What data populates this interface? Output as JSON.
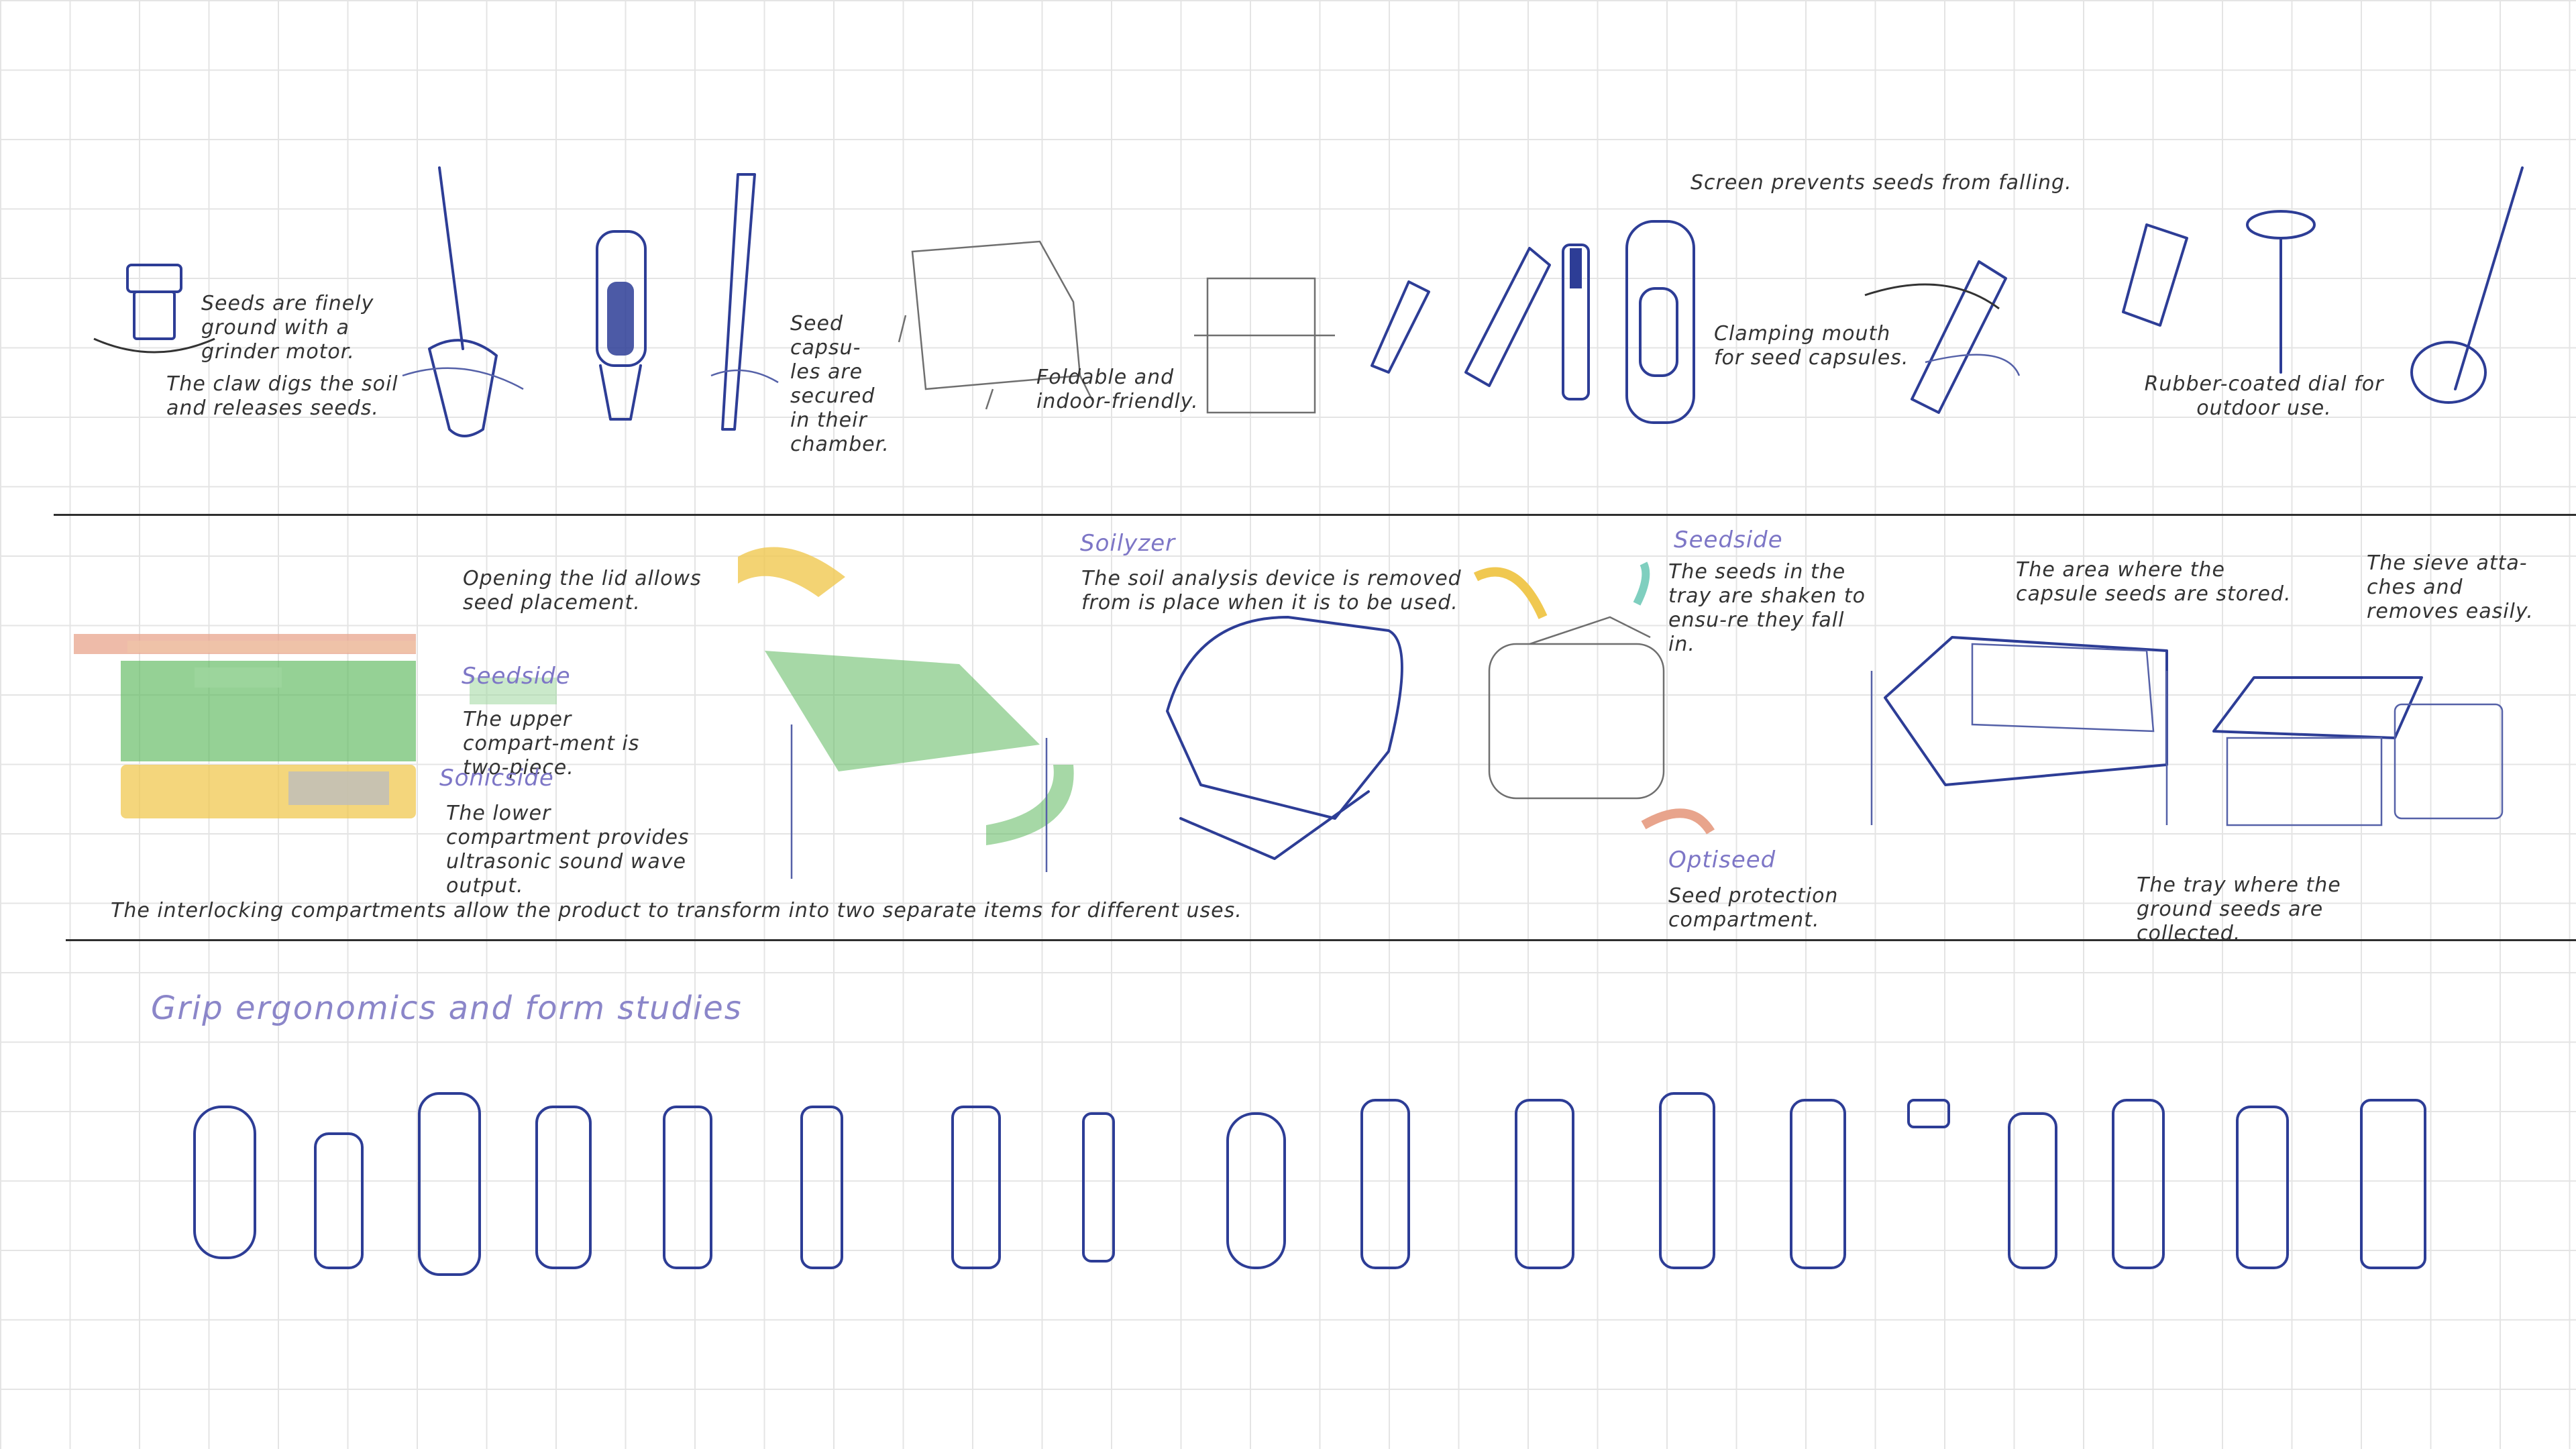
{
  "section_1": {
    "notes": {
      "seeds_ground": "Seeds are finely ground with a grinder motor.",
      "claw": "The claw digs the soil and releases seeds.",
      "capsules_secured": "Seed capsu-les are secured in their chamber.",
      "foldable": "Foldable and indoor-friendly.",
      "screen": "Screen prevents seeds from falling.",
      "clamping": "Clamping mouth for seed capsules.",
      "dial": "Rubber-coated dial for outdoor use."
    }
  },
  "section_2": {
    "notes": {
      "lid": "Opening the lid allows seed placement.",
      "upper": "The upper compart-ment is two-piece.",
      "lower": "The lower compartment provides ultrasonic sound wave output.",
      "interlocking": "The interlocking compartments allow the product to transform into two separate items for different uses.",
      "soil_device": "The soil analysis device is removed from is place when it is to be used.",
      "tray_shaken": "The seeds in the tray are shaken to ensu-re they fall in.",
      "protection": "Seed protection compartment.",
      "area_capsule": "The area where the capsule seeds are stored.",
      "sieve": "The sieve atta-ches and removes easily.",
      "tray_ground": "The tray where the ground seeds are collected."
    },
    "labels": {
      "seedside_1": "Seedside",
      "sonicside": "Sonicside",
      "soilyzer": "Soilyzer",
      "seedside_2": "Seedside",
      "optiseed": "Optiseed"
    }
  },
  "section_3": {
    "heading": "Grip ergonomics and form studies"
  },
  "colors": {
    "pen": "#2d3d96",
    "green": "#5cb85c",
    "yellow": "#f0c850",
    "salmon": "#e8a48c",
    "label_purple": "#7d76c6"
  }
}
